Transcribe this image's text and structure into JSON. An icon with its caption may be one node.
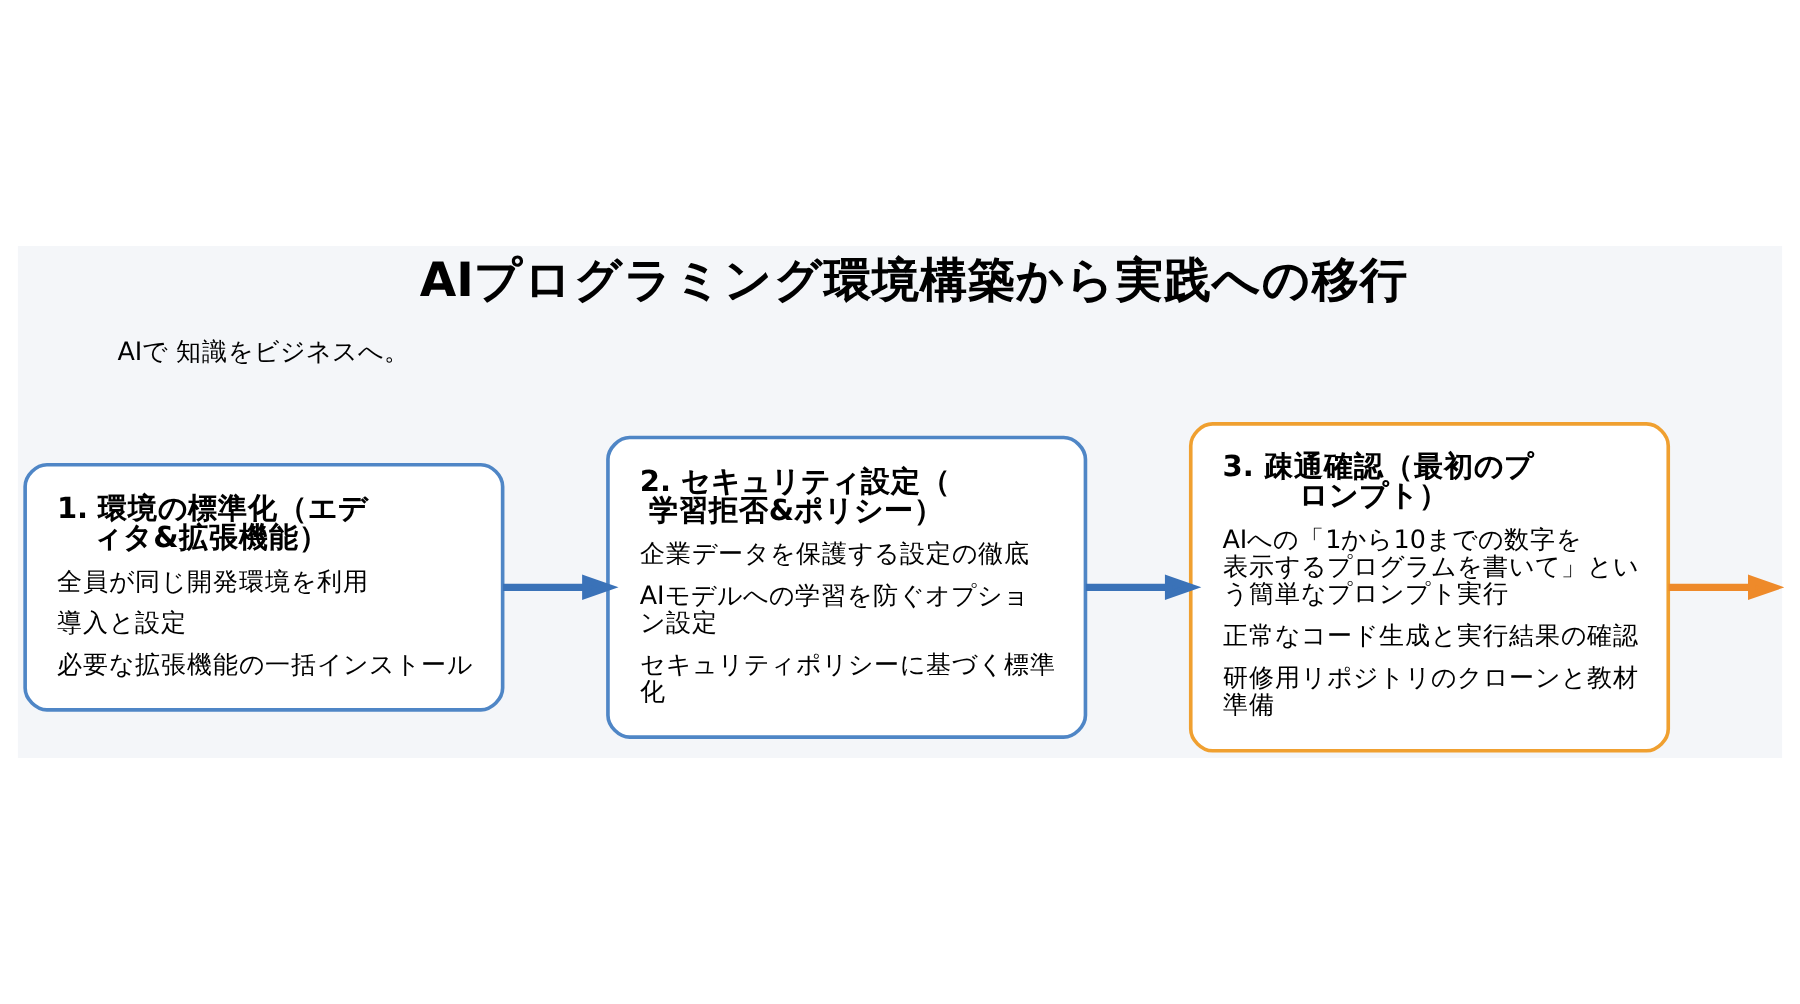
{
  "diagram": {
    "title": "AIプログラミング環境構築から実践への移行",
    "nodes": [
      {
        "text": [
          "1. 環境の標準化（エディタ&拡張機能）",
          "全員が同じ開発環境を利用",
          "導入と設定",
          "必要な拡張機能の一括インストール"
        ]
      },
      {
        "text": [
          "2. セキュリティ設定（学習拒否&ポリシー）",
          "企業データを保護する設定の徹底",
          "AIモデルへの学習を防ぐオプション設定",
          "セキュリティポリシーに基づく標準化"
        ]
      },
      {
        "text": [
          "3. 疎通確認（最初のプロンプト）",
          "AIへの「1から10までの数字を表示するプログラムを書いて」という簡単なプロンプト実行",
          "正常なコード生成と実行結果の確認",
          "研修用リポジトリのクローンと教材準備"
        ]
      }
    ],
    "edges": [
      {
        "from": 0,
        "to": 1,
        "arrow": "to"
      },
      {
        "from": 1,
        "to": 2,
        "arrow": "to"
      },
      {
        "from": 2,
        "to": null,
        "arrow": "to",
        "color": "#ee8a2a"
      }
    ],
    "labels": [
      "AIで 知識をビジネスへ。"
    ]
  }
}
